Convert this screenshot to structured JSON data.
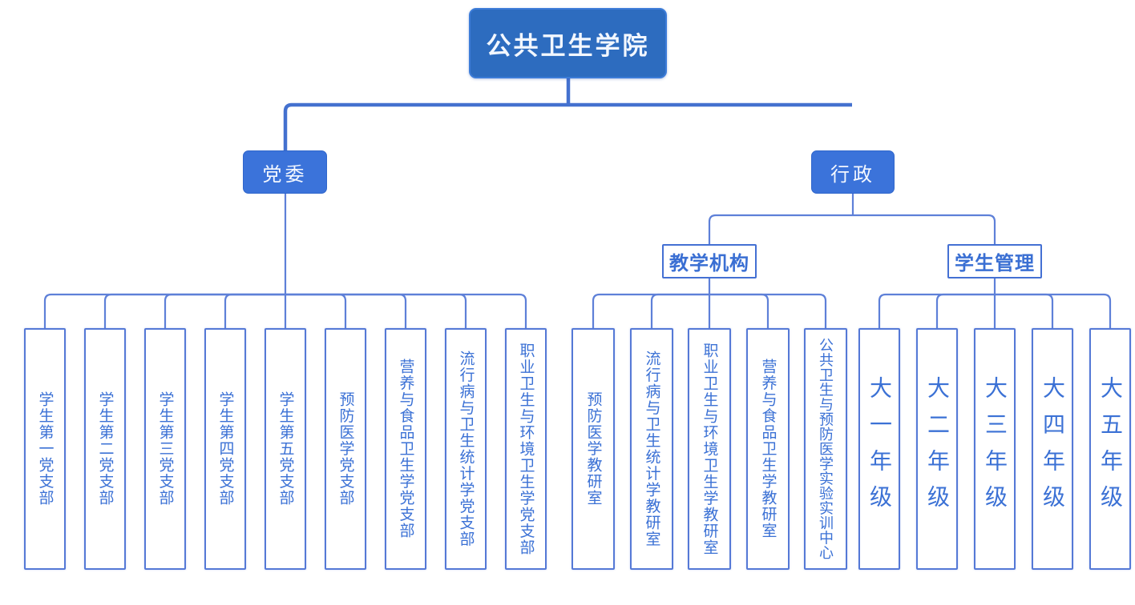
{
  "org": {
    "root": "公共卫生学院",
    "party": {
      "label": "党委",
      "children": [
        "学生第一党支部",
        "学生第二党支部",
        "学生第三党支部",
        "学生第四党支部",
        "学生第五党支部",
        "预防医学党支部",
        "营养与食品卫生学党支部",
        "流行病与卫生统计学党支部",
        "职业卫生与环境卫生学党支部"
      ]
    },
    "admin": {
      "label": "行政",
      "teaching": {
        "label": "教学机构",
        "children": [
          "预防医学教研室",
          "流行病与卫生统计学教研室",
          "职业卫生与环境卫生学教研室",
          "营养与食品卫生学教研室",
          "公共卫生与预防医学实验实训中心"
        ]
      },
      "students": {
        "label": "学生管理",
        "children": [
          "大一年级",
          "大二年级",
          "大三年级",
          "大四年级",
          "大五年级"
        ]
      }
    },
    "colors": {
      "root_fill": "#2d6cbf",
      "branch_fill": "#3b73da",
      "outline_border": "#5579d6",
      "hub_border": "#4470d3",
      "text_blue": "#3b71d5",
      "line_thick": "#4471cf",
      "line_thin": "#5e80d8"
    }
  }
}
